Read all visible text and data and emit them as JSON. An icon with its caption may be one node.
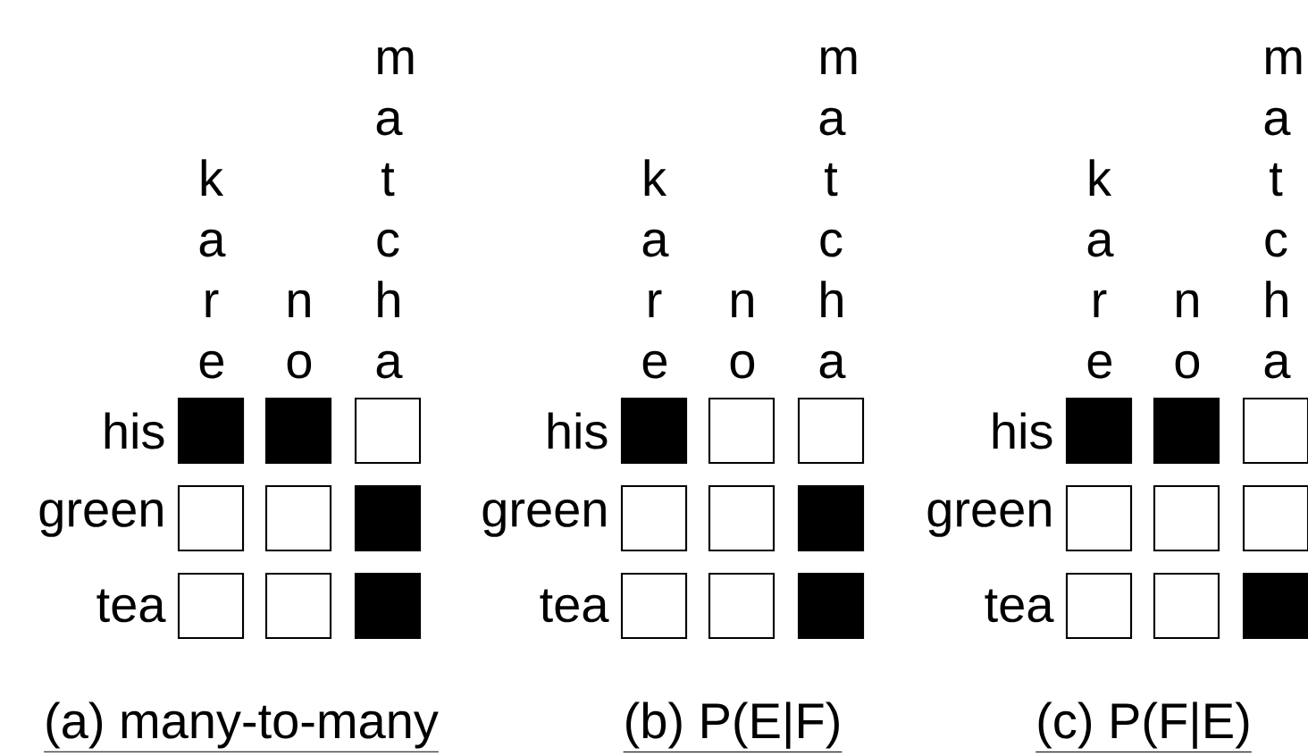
{
  "diagram": {
    "nodes": [
      {
        "text": [],
        "shape": "block"
      },
      {
        "text": [],
        "shape": "block"
      },
      {
        "text": [],
        "shape": "box"
      },
      {
        "text": [],
        "shape": "box"
      },
      {
        "text": [],
        "shape": "box"
      },
      {
        "text": [],
        "shape": "block"
      },
      {
        "text": [],
        "shape": "box"
      },
      {
        "text": [],
        "shape": "box"
      },
      {
        "text": [],
        "shape": "block"
      },
      {
        "text": [],
        "shape": "block"
      },
      {
        "text": [],
        "shape": "box"
      },
      {
        "text": [],
        "shape": "box"
      },
      {
        "text": [],
        "shape": "box"
      },
      {
        "text": [],
        "shape": "box"
      },
      {
        "text": [],
        "shape": "block"
      },
      {
        "text": [],
        "shape": "box"
      },
      {
        "text": [],
        "shape": "box"
      },
      {
        "text": [],
        "shape": "block"
      },
      {
        "text": [],
        "shape": "block"
      },
      {
        "text": [],
        "shape": "block"
      },
      {
        "text": [],
        "shape": "box"
      },
      {
        "text": [],
        "shape": "box"
      },
      {
        "text": [],
        "shape": "box"
      },
      {
        "text": [],
        "shape": "box"
      },
      {
        "text": [],
        "shape": "box"
      },
      {
        "text": [],
        "shape": "box"
      },
      {
        "text": [],
        "shape": "block"
      }
    ],
    "labels": [
      "kare",
      "no",
      "matcha",
      "his",
      "green",
      "tea",
      "(a) many-to-many",
      "kare",
      "no",
      "matcha",
      "his",
      "green",
      "tea",
      "(b) P(E|F)",
      "kare",
      "no",
      "matcha",
      "his",
      "green",
      "tea",
      "(c) P(F|E)"
    ]
  }
}
